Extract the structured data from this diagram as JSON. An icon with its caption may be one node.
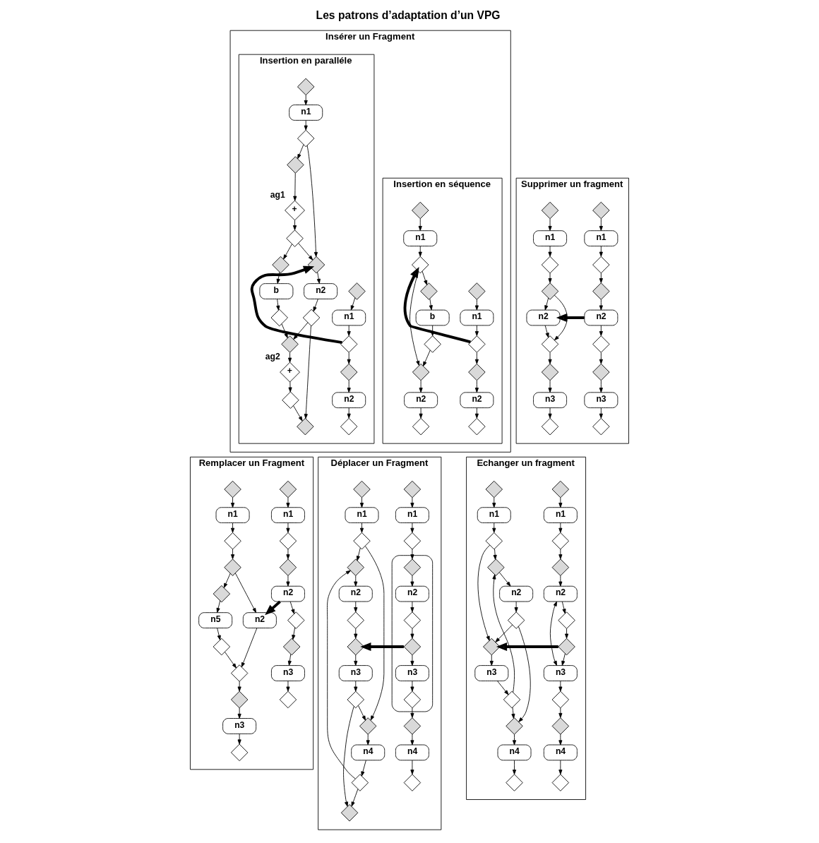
{
  "diagram": {
    "title": "Les patrons d’adaptation d’un VPG",
    "nodes": [
      {
        "text": [
          "Insérer un Fragment"
        ]
      },
      {
        "text": [
          "Insertion en séquence"
        ],
        "in": 0
      },
      {
        "text": [
          "Insertion en paralléle"
        ],
        "in": 0
      },
      {
        "text": [
          "Supprimer un fragment"
        ]
      },
      {
        "text": [
          "Remplacer un Fragment"
        ]
      },
      {
        "text": [
          "Déplacer un Fragment"
        ]
      },
      {
        "text": [
          "Echanger un fragment"
        ]
      },
      {
        "text": [],
        "shape": "diamond",
        "in": 1
      },
      {
        "text": [
          "n1"
        ],
        "in": 1
      },
      {
        "text": [],
        "shape": "diamond",
        "in": 1
      },
      {
        "text": [],
        "shape": "diamond",
        "in": 1
      },
      {
        "text": [
          "n2"
        ],
        "in": 1
      },
      {
        "text": [],
        "shape": "diamond",
        "in": 1
      },
      {
        "text": [],
        "shape": "diamond",
        "in": 1
      },
      {
        "text": [
          "n1"
        ],
        "in": 1
      },
      {
        "text": [],
        "shape": "diamond",
        "in": 1
      },
      {
        "text": [],
        "shape": "diamond",
        "in": 1
      },
      {
        "text": [
          "n2"
        ],
        "in": 1
      },
      {
        "text": [],
        "shape": "diamond",
        "in": 1
      },
      {
        "text": [],
        "shape": "diamond",
        "in": 1
      },
      {
        "text": [
          "b"
        ],
        "in": 1
      },
      {
        "text": [],
        "shape": "diamond",
        "in": 1
      },
      {
        "text": [],
        "shape": "diamond",
        "in": 2
      },
      {
        "text": [
          "n1"
        ],
        "in": 2
      },
      {
        "text": [],
        "shape": "diamond",
        "in": 2
      },
      {
        "text": [],
        "shape": "diamond",
        "in": 2
      },
      {
        "text": [
          "n2"
        ],
        "in": 2
      },
      {
        "text": [],
        "shape": "diamond",
        "in": 2
      },
      {
        "text": [],
        "shape": "diamond",
        "in": 2
      },
      {
        "text": [
          "n1"
        ],
        "in": 2
      },
      {
        "text": [
          "+"
        ],
        "beside": [
          "ag1"
        ],
        "in": 2
      },
      {
        "text": [],
        "shape": "diamond",
        "in": 2
      },
      {
        "text": [],
        "shape": "diamond",
        "in": 2
      },
      {
        "text": [],
        "shape": "diamond",
        "in": 2
      },
      {
        "text": [],
        "shape": "diamond",
        "in": 2
      },
      {
        "text": [],
        "shape": "diamond",
        "in": 2
      },
      {
        "text": [
          "n2"
        ],
        "in": 2
      },
      {
        "text": [
          "b"
        ],
        "in": 2
      },
      {
        "text": [],
        "shape": "diamond",
        "in": 2
      },
      {
        "text": [],
        "shape": "diamond",
        "in": 2
      },
      {
        "text": [],
        "shape": "diamond",
        "in": 2
      },
      {
        "text": [],
        "shape": "diamond",
        "in": 2
      },
      {
        "text": [],
        "shape": "diamond",
        "in": 2
      },
      {
        "text": [
          "+"
        ],
        "beside": [
          "ag2"
        ],
        "in": 2
      },
      {
        "text": [],
        "shape": "diamond",
        "in": 3
      },
      {
        "text": [
          "n1"
        ],
        "in": 3
      },
      {
        "text": [],
        "shape": "diamond",
        "in": 3
      },
      {
        "text": [],
        "shape": "diamond",
        "in": 3
      },
      {
        "text": [
          "n2"
        ],
        "in": 3
      },
      {
        "text": [],
        "shape": "diamond",
        "in": 3
      },
      {
        "text": [],
        "shape": "diamond",
        "in": 3
      },
      {
        "text": [
          "n3"
        ],
        "in": 3
      },
      {
        "text": [],
        "shape": "diamond",
        "in": 3
      },
      {
        "text": [],
        "shape": "diamond",
        "in": 3
      },
      {
        "text": [
          "n1"
        ],
        "in": 3
      },
      {
        "text": [],
        "shape": "diamond",
        "in": 3
      },
      {
        "text": [],
        "shape": "diamond",
        "in": 3
      },
      {
        "text": [
          "n2"
        ],
        "in": 3
      },
      {
        "text": [],
        "shape": "diamond",
        "in": 3
      },
      {
        "text": [],
        "shape": "diamond",
        "in": 3
      },
      {
        "text": [
          "n3"
        ],
        "in": 3
      },
      {
        "text": [],
        "shape": "diamond",
        "in": 3
      },
      {
        "text": [],
        "shape": "diamond",
        "in": 4
      },
      {
        "text": [
          "n1"
        ],
        "in": 4
      },
      {
        "text": [],
        "shape": "diamond",
        "in": 4
      },
      {
        "text": [],
        "shape": "diamond",
        "in": 4
      },
      {
        "text": [
          "n2"
        ],
        "in": 4
      },
      {
        "text": [],
        "shape": "diamond",
        "in": 4
      },
      {
        "text": [],
        "shape": "diamond",
        "in": 4
      },
      {
        "text": [
          "n3"
        ],
        "in": 4
      },
      {
        "text": [],
        "shape": "diamond",
        "in": 4
      },
      {
        "text": [],
        "shape": "diamond",
        "in": 4
      },
      {
        "text": [
          "n1"
        ],
        "in": 4
      },
      {
        "text": [],
        "shape": "diamond",
        "in": 4
      },
      {
        "text": [],
        "shape": "diamond",
        "in": 4
      },
      {
        "text": [],
        "shape": "diamond",
        "in": 4
      },
      {
        "text": [
          "n2"
        ],
        "in": 4
      },
      {
        "text": [
          "n5"
        ],
        "in": 4
      },
      {
        "text": [],
        "shape": "diamond",
        "in": 4
      },
      {
        "text": [],
        "shape": "diamond",
        "in": 4
      },
      {
        "text": [],
        "shape": "diamond",
        "in": 4
      },
      {
        "text": [
          "n3"
        ],
        "in": 4
      },
      {
        "text": [],
        "shape": "diamond",
        "in": 4
      },
      {
        "text": [],
        "shape": "diamond",
        "in": 5
      },
      {
        "text": [
          "n1"
        ],
        "in": 5
      },
      {
        "text": [],
        "shape": "diamond",
        "in": 5
      },
      {
        "text": [],
        "shape": "box",
        "in": 5
      },
      {
        "text": [],
        "shape": "diamond",
        "in": 86
      },
      {
        "text": [
          "n2"
        ],
        "in": 86
      },
      {
        "text": [],
        "shape": "diamond",
        "in": 86
      },
      {
        "text": [],
        "shape": "diamond",
        "in": 86
      },
      {
        "text": [
          "n3"
        ],
        "in": 86
      },
      {
        "text": [],
        "shape": "diamond",
        "in": 86
      },
      {
        "text": [],
        "shape": "diamond",
        "in": 5
      },
      {
        "text": [
          "n4"
        ],
        "in": 5
      },
      {
        "text": [],
        "shape": "diamond",
        "in": 5
      },
      {
        "text": [],
        "shape": "diamond",
        "in": 5
      },
      {
        "text": [
          "n1"
        ],
        "in": 5
      },
      {
        "text": [],
        "shape": "diamond",
        "in": 5
      },
      {
        "text": [],
        "shape": "diamond",
        "in": 5
      },
      {
        "text": [
          "n2"
        ],
        "in": 5
      },
      {
        "text": [],
        "shape": "diamond",
        "in": 5
      },
      {
        "text": [],
        "shape": "diamond",
        "in": 5
      },
      {
        "text": [
          "n3"
        ],
        "in": 5
      },
      {
        "text": [],
        "shape": "diamond",
        "in": 5
      },
      {
        "text": [],
        "shape": "diamond",
        "in": 5
      },
      {
        "text": [
          "n4"
        ],
        "in": 5
      },
      {
        "text": [],
        "shape": "diamond",
        "in": 5
      },
      {
        "text": [],
        "shape": "diamond",
        "in": 5
      },
      {
        "text": [],
        "shape": "diamond",
        "in": 6
      },
      {
        "text": [
          "n1"
        ],
        "in": 6
      },
      {
        "text": [],
        "shape": "diamond",
        "in": 6
      },
      {
        "text": [],
        "shape": "diamond",
        "in": 6
      },
      {
        "text": [
          "n2"
        ],
        "in": 6
      },
      {
        "text": [],
        "shape": "diamond",
        "in": 6
      },
      {
        "text": [],
        "shape": "diamond",
        "in": 6
      },
      {
        "text": [
          "n3"
        ],
        "in": 6
      },
      {
        "text": [],
        "shape": "diamond",
        "in": 6
      },
      {
        "text": [],
        "shape": "diamond",
        "in": 6
      },
      {
        "text": [
          "n4"
        ],
        "in": 6
      },
      {
        "text": [],
        "shape": "diamond",
        "in": 6
      },
      {
        "text": [],
        "shape": "diamond",
        "in": 6
      },
      {
        "text": [
          "n1"
        ],
        "in": 6
      },
      {
        "text": [],
        "shape": "diamond",
        "in": 6
      },
      {
        "text": [],
        "shape": "diamond",
        "in": 6
      },
      {
        "text": [
          "n2"
        ],
        "in": 6
      },
      {
        "text": [],
        "shape": "diamond",
        "in": 6
      },
      {
        "text": [],
        "shape": "diamond",
        "in": 6
      },
      {
        "text": [
          "n3"
        ],
        "in": 6
      },
      {
        "text": [],
        "shape": "diamond",
        "in": 6
      },
      {
        "text": [],
        "shape": "diamond",
        "in": 6
      },
      {
        "text": [
          "n4"
        ],
        "in": 6
      },
      {
        "text": [],
        "shape": "diamond",
        "in": 6
      }
    ],
    "edges": [
      {
        "from": 7,
        "to": 8,
        "arrow": "to"
      },
      {
        "from": 8,
        "to": 9,
        "arrow": "to"
      },
      {
        "from": 9,
        "to": 10,
        "arrow": "to"
      },
      {
        "from": 10,
        "to": 11,
        "arrow": "to"
      },
      {
        "from": 11,
        "to": 12,
        "arrow": "to"
      },
      {
        "from": 13,
        "to": 14,
        "arrow": "to"
      },
      {
        "from": 14,
        "to": 15,
        "arrow": "to"
      },
      {
        "from": 15,
        "to": 16,
        "arrow": "to"
      },
      {
        "from": 16,
        "to": 17,
        "arrow": "to"
      },
      {
        "from": 17,
        "to": 18,
        "arrow": "to"
      },
      {
        "from": 15,
        "to": 19,
        "arrow": "to"
      },
      {
        "from": 19,
        "to": 20,
        "arrow": "to"
      },
      {
        "from": 20,
        "to": 21,
        "arrow": "to"
      },
      {
        "from": 21,
        "to": 16,
        "arrow": "to"
      },
      {
        "from": 9,
        "to": 15,
        "arrow": "to",
        "style": "thick"
      },
      {
        "from": 22,
        "to": 23,
        "arrow": "to"
      },
      {
        "from": 23,
        "to": 24,
        "arrow": "to"
      },
      {
        "from": 24,
        "to": 25,
        "arrow": "to"
      },
      {
        "from": 25,
        "to": 26,
        "arrow": "to"
      },
      {
        "from": 26,
        "to": 27,
        "arrow": "to"
      },
      {
        "from": 28,
        "to": 29,
        "arrow": "to"
      },
      {
        "from": 29,
        "to": 32,
        "arrow": "to"
      },
      {
        "from": 32,
        "to": 34,
        "arrow": "to"
      },
      {
        "from": 34,
        "to": 36,
        "arrow": "to"
      },
      {
        "from": 36,
        "to": 39,
        "arrow": "to"
      },
      {
        "from": 39,
        "to": 41,
        "arrow": "to"
      },
      {
        "from": 32,
        "to": 31,
        "arrow": "to"
      },
      {
        "from": 31,
        "to": 30,
        "arrow": "to"
      },
      {
        "from": 30,
        "to": 33,
        "arrow": "to"
      },
      {
        "from": 33,
        "to": 34,
        "arrow": "to"
      },
      {
        "from": 33,
        "to": 35,
        "arrow": "to"
      },
      {
        "from": 35,
        "to": 37,
        "arrow": "to"
      },
      {
        "from": 37,
        "to": 38,
        "arrow": "to"
      },
      {
        "from": 38,
        "to": 40,
        "arrow": "to"
      },
      {
        "from": 39,
        "to": 40,
        "arrow": "to"
      },
      {
        "from": 40,
        "to": 43,
        "arrow": "to"
      },
      {
        "from": 43,
        "to": 42,
        "arrow": "to"
      },
      {
        "from": 42,
        "to": 41,
        "arrow": "to"
      },
      {
        "from": 24,
        "to": 34,
        "arrow": "to",
        "style": "thick"
      },
      {
        "from": 44,
        "to": 45,
        "arrow": "to"
      },
      {
        "from": 45,
        "to": 46,
        "arrow": "to"
      },
      {
        "from": 46,
        "to": 47,
        "arrow": "to"
      },
      {
        "from": 47,
        "to": 48,
        "arrow": "to"
      },
      {
        "from": 48,
        "to": 49,
        "arrow": "to"
      },
      {
        "from": 49,
        "to": 50,
        "arrow": "to"
      },
      {
        "from": 50,
        "to": 51,
        "arrow": "to"
      },
      {
        "from": 51,
        "to": 52,
        "arrow": "to"
      },
      {
        "from": 53,
        "to": 54,
        "arrow": "to"
      },
      {
        "from": 54,
        "to": 55,
        "arrow": "to"
      },
      {
        "from": 55,
        "to": 56,
        "arrow": "to"
      },
      {
        "from": 56,
        "to": 57,
        "arrow": "to"
      },
      {
        "from": 57,
        "to": 58,
        "arrow": "to"
      },
      {
        "from": 58,
        "to": 59,
        "arrow": "to"
      },
      {
        "from": 59,
        "to": 60,
        "arrow": "to"
      },
      {
        "from": 60,
        "to": 61,
        "arrow": "to"
      },
      {
        "from": 56,
        "to": 58,
        "arrow": "to"
      },
      {
        "from": 48,
        "to": 57,
        "arrow": "to",
        "style": "thick"
      },
      {
        "from": 62,
        "to": 63,
        "arrow": "to"
      },
      {
        "from": 63,
        "to": 64,
        "arrow": "to"
      },
      {
        "from": 64,
        "to": 65,
        "arrow": "to"
      },
      {
        "from": 65,
        "to": 66,
        "arrow": "to"
      },
      {
        "from": 66,
        "to": 67,
        "arrow": "to"
      },
      {
        "from": 67,
        "to": 68,
        "arrow": "to"
      },
      {
        "from": 68,
        "to": 69,
        "arrow": "to"
      },
      {
        "from": 69,
        "to": 70,
        "arrow": "to"
      },
      {
        "from": 71,
        "to": 72,
        "arrow": "to"
      },
      {
        "from": 72,
        "to": 73,
        "arrow": "to"
      },
      {
        "from": 73,
        "to": 74,
        "arrow": "to"
      },
      {
        "from": 74,
        "to": 76,
        "arrow": "to"
      },
      {
        "from": 76,
        "to": 78,
        "arrow": "to"
      },
      {
        "from": 78,
        "to": 80,
        "arrow": "to"
      },
      {
        "from": 80,
        "to": 81,
        "arrow": "to"
      },
      {
        "from": 81,
        "to": 82,
        "arrow": "to"
      },
      {
        "from": 74,
        "to": 75,
        "arrow": "to"
      },
      {
        "from": 75,
        "to": 77,
        "arrow": "to"
      },
      {
        "from": 77,
        "to": 79,
        "arrow": "to"
      },
      {
        "from": 79,
        "to": 78,
        "arrow": "to"
      },
      {
        "from": 66,
        "to": 76,
        "arrow": "to",
        "style": "thick"
      },
      {
        "from": 83,
        "to": 84,
        "arrow": "to"
      },
      {
        "from": 84,
        "to": 85,
        "arrow": "to"
      },
      {
        "from": 85,
        "to": 87,
        "arrow": "to"
      },
      {
        "from": 87,
        "to": 88,
        "arrow": "to"
      },
      {
        "from": 88,
        "to": 89,
        "arrow": "to"
      },
      {
        "from": 89,
        "to": 90,
        "arrow": "to"
      },
      {
        "from": 90,
        "to": 91,
        "arrow": "to"
      },
      {
        "from": 91,
        "to": 92,
        "arrow": "to"
      },
      {
        "from": 92,
        "to": 93,
        "arrow": "to"
      },
      {
        "from": 93,
        "to": 94,
        "arrow": "to"
      },
      {
        "from": 94,
        "to": 95,
        "arrow": "to"
      },
      {
        "from": 96,
        "to": 97,
        "arrow": "to"
      },
      {
        "from": 97,
        "to": 98,
        "arrow": "to"
      },
      {
        "from": 98,
        "to": 99,
        "arrow": "to"
      },
      {
        "from": 99,
        "to": 100,
        "arrow": "to"
      },
      {
        "from": 100,
        "to": 101,
        "arrow": "to"
      },
      {
        "from": 101,
        "to": 102,
        "arrow": "to"
      },
      {
        "from": 102,
        "to": 103,
        "arrow": "to"
      },
      {
        "from": 103,
        "to": 104,
        "arrow": "to"
      },
      {
        "from": 104,
        "to": 105,
        "arrow": "to"
      },
      {
        "from": 105,
        "to": 106,
        "arrow": "to"
      },
      {
        "from": 106,
        "to": 107,
        "arrow": "to"
      },
      {
        "from": 107,
        "to": 108,
        "arrow": "to"
      },
      {
        "from": 98,
        "to": 105,
        "arrow": "to"
      },
      {
        "from": 104,
        "to": 108,
        "arrow": "to"
      },
      {
        "from": 107,
        "to": 99,
        "arrow": "to"
      },
      {
        "from": 90,
        "to": 102,
        "arrow": "to",
        "style": "thick"
      },
      {
        "from": 109,
        "to": 110,
        "arrow": "to"
      },
      {
        "from": 110,
        "to": 111,
        "arrow": "to"
      },
      {
        "from": 111,
        "to": 112,
        "arrow": "to"
      },
      {
        "from": 112,
        "to": 113,
        "arrow": "to"
      },
      {
        "from": 113,
        "to": 114,
        "arrow": "to"
      },
      {
        "from": 114,
        "to": 115,
        "arrow": "to"
      },
      {
        "from": 115,
        "to": 116,
        "arrow": "to"
      },
      {
        "from": 116,
        "to": 117,
        "arrow": "to"
      },
      {
        "from": 117,
        "to": 118,
        "arrow": "to"
      },
      {
        "from": 118,
        "to": 119,
        "arrow": "to"
      },
      {
        "from": 119,
        "to": 120,
        "arrow": "to"
      },
      {
        "from": 113,
        "to": 116,
        "arrow": "both"
      },
      {
        "from": 121,
        "to": 122,
        "arrow": "to"
      },
      {
        "from": 122,
        "to": 123,
        "arrow": "to"
      },
      {
        "from": 123,
        "to": 124,
        "arrow": "to"
      },
      {
        "from": 124,
        "to": 125,
        "arrow": "to"
      },
      {
        "from": 125,
        "to": 126,
        "arrow": "to"
      },
      {
        "from": 126,
        "to": 127,
        "arrow": "to"
      },
      {
        "from": 127,
        "to": 128,
        "arrow": "to"
      },
      {
        "from": 128,
        "to": 129,
        "arrow": "to"
      },
      {
        "from": 129,
        "to": 130,
        "arrow": "to"
      },
      {
        "from": 130,
        "to": 131,
        "arrow": "to"
      },
      {
        "from": 131,
        "to": 132,
        "arrow": "to"
      },
      {
        "from": 123,
        "to": 127,
        "arrow": "to"
      },
      {
        "from": 126,
        "to": 130,
        "arrow": "to"
      },
      {
        "from": 129,
        "to": 124,
        "arrow": "to"
      },
      {
        "from": 115,
        "to": 127,
        "arrow": "to",
        "style": "thick"
      }
    ]
  }
}
